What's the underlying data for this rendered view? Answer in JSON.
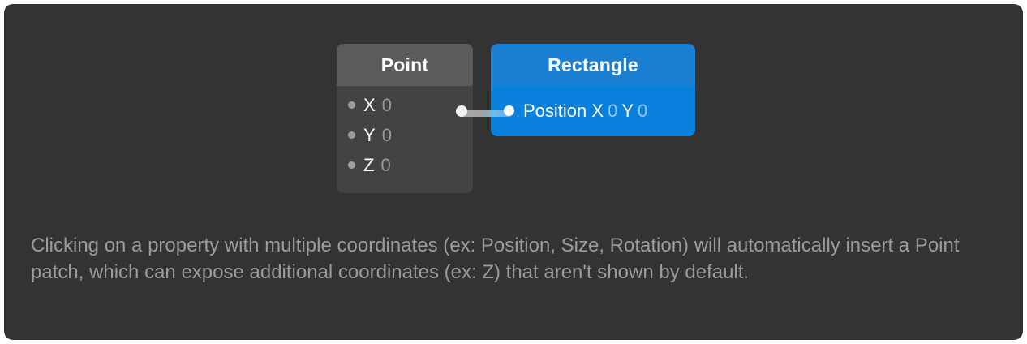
{
  "canvas": {
    "background_color": "#333333",
    "page_background": "#ffffff"
  },
  "graph": {
    "nodes": [
      {
        "id": "point",
        "title": "Point",
        "header_color": "#5b5b5b",
        "body_color": "#434343",
        "inputs": [
          {
            "label": "X",
            "value": "0"
          },
          {
            "label": "Y",
            "value": "0"
          },
          {
            "label": "Z",
            "value": "0"
          }
        ],
        "output_port_color": "#f2f2f2"
      },
      {
        "id": "rectangle",
        "title": "Rectangle",
        "header_color": "#1b7fd1",
        "body_color": "#0a80dd",
        "row": {
          "label": "Position X",
          "value_x": "0",
          "label_y": "Y",
          "value_y": "0"
        },
        "input_port_color": "#ffffff"
      }
    ],
    "connection": {
      "from": "Point output",
      "to": "Rectangle Position input",
      "start_color": "#a8a8a8",
      "end_color": "#5cb0f0"
    }
  },
  "caption": {
    "text": "Clicking on a property with multiple coordinates (ex: Position, Size, Rotation) will automatically insert a Point patch, which can expose additional coordinates (ex: Z) that aren't shown by default.",
    "color": "#9a9aa0"
  }
}
